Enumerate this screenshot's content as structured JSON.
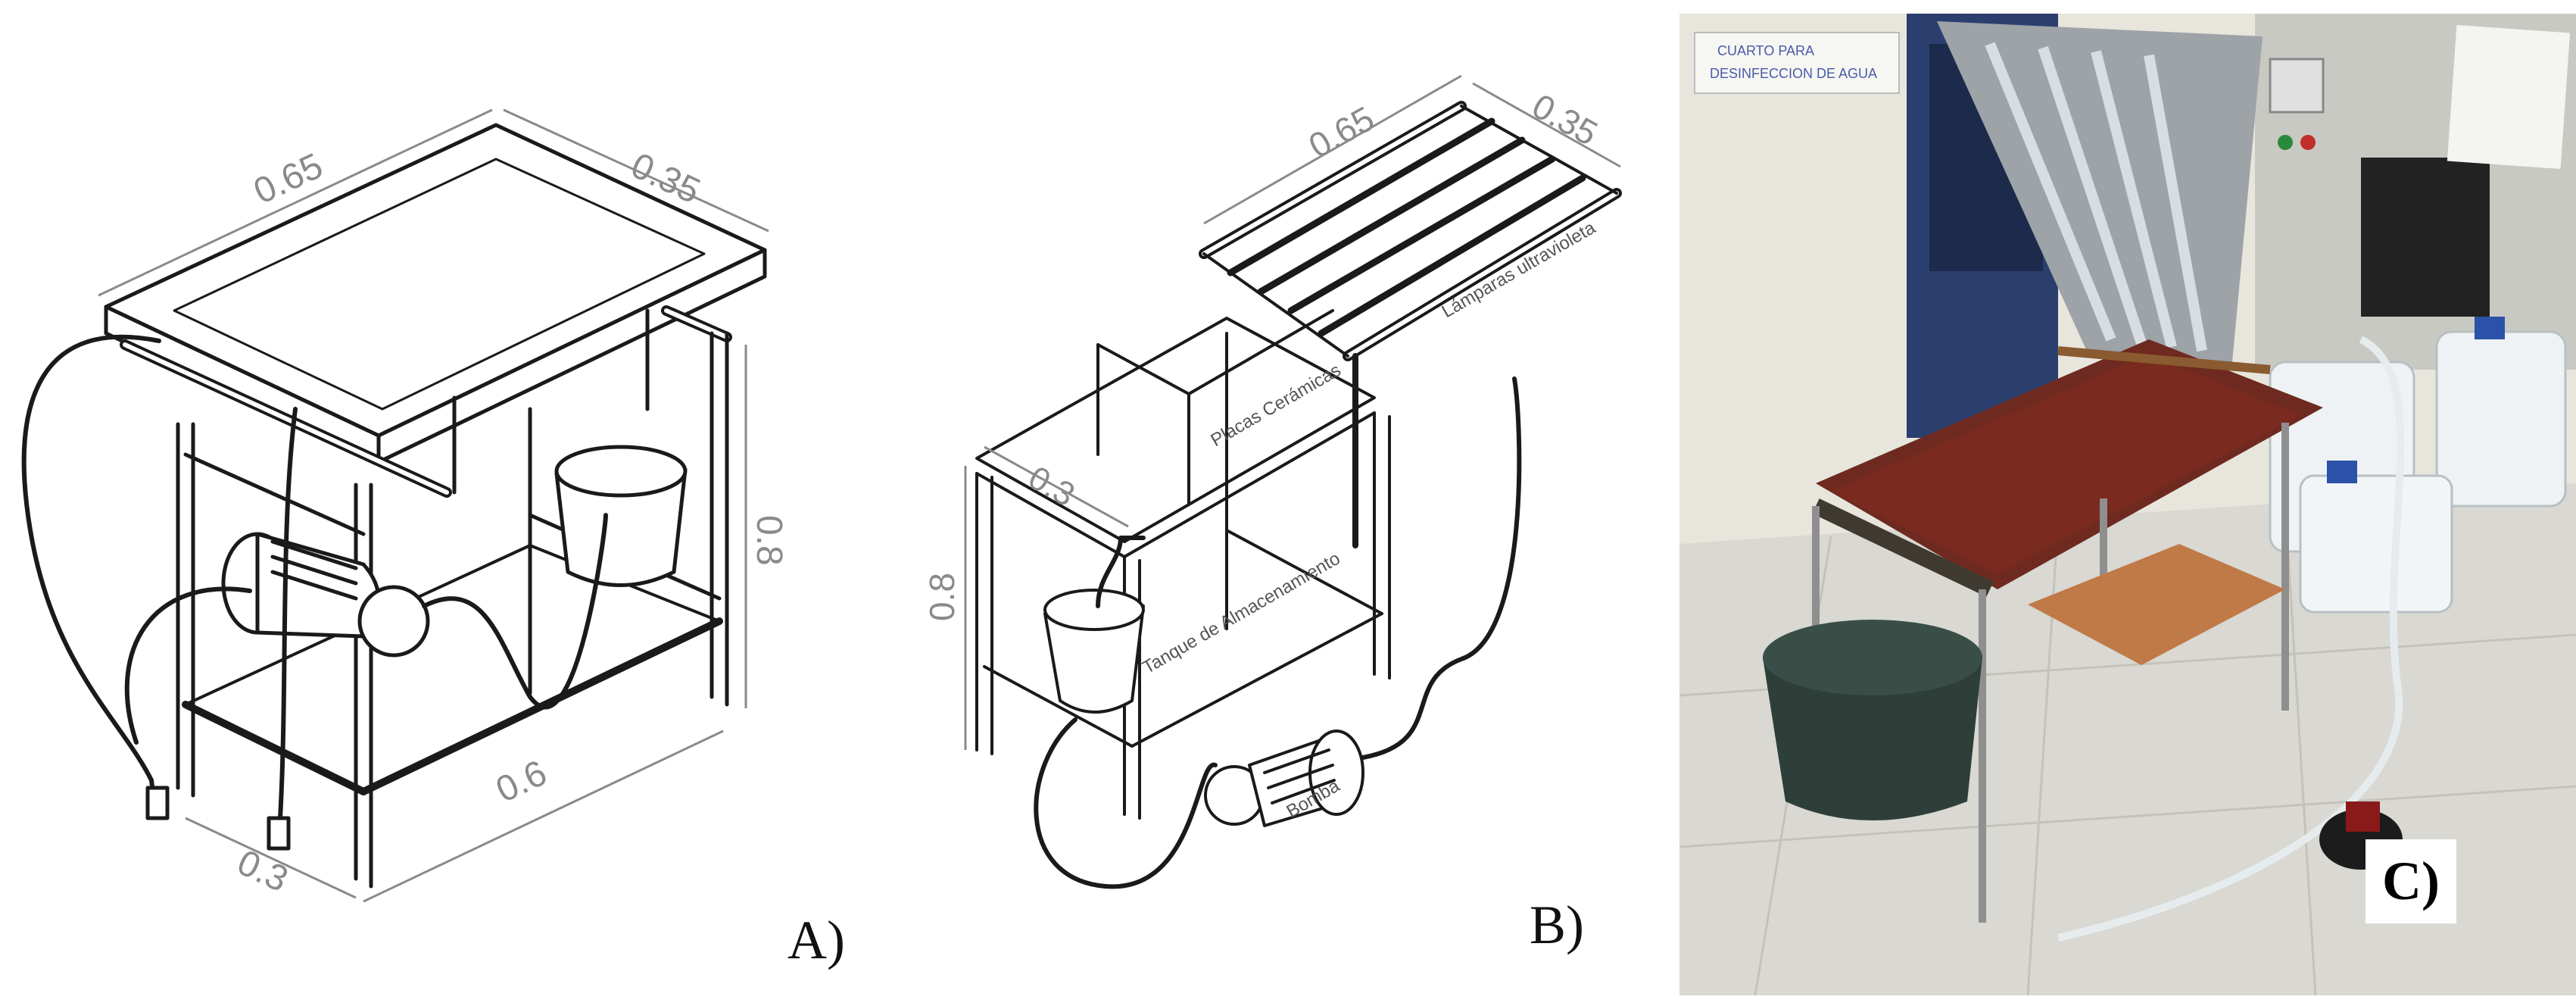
{
  "panel_a": {
    "label": "A)",
    "dimensions": {
      "length": "0.65",
      "width": "0.35",
      "height": "0.8",
      "base_length": "0.6",
      "base_width": "0.3"
    }
  },
  "panel_b": {
    "label": "B)",
    "dimensions": {
      "length": "0.65",
      "width": "0.35",
      "width_frame": "0.3",
      "height": "0.8"
    },
    "annotations": {
      "lamps": "Lámparas ultravioleta",
      "plates": "Placas Cerámicas",
      "tank": "Tanque de Almacenamiento",
      "pump": "Bomba"
    }
  },
  "panel_c": {
    "label": "C)",
    "sign_line_1": "CUARTO PARA",
    "sign_line_2": "DESINFECCION DE AGUA"
  },
  "colors": {
    "line": "#1a1a1a",
    "dimension": "#8a8a8a",
    "wall": "#e8e6dc",
    "floor": "#d9d8d2",
    "plate": "#7a2a1e",
    "cabinet": "#c9c9c4"
  }
}
